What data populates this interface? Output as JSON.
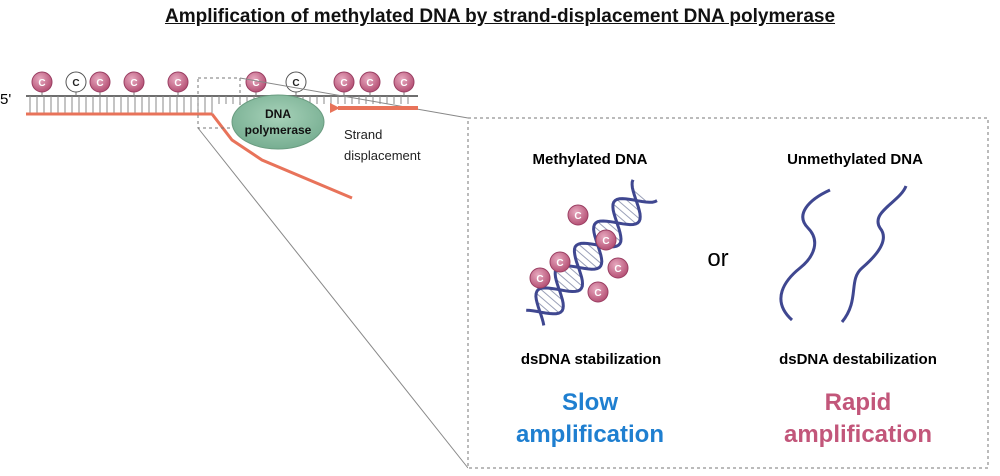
{
  "title": "Amplification of methylated DNA by strand-displacement DNA polymerase",
  "strand": {
    "five_prime": "5'",
    "bases": [
      {
        "label": "C",
        "methylated": true
      },
      {
        "label": "C",
        "methylated": false
      },
      {
        "label": "C",
        "methylated": true
      },
      {
        "label": "C",
        "methylated": true
      },
      {
        "label": "C",
        "methylated": true
      },
      {
        "label": "C",
        "methylated": true
      },
      {
        "label": "C",
        "methylated": false
      },
      {
        "label": "C",
        "methylated": true
      },
      {
        "label": "C",
        "methylated": true
      },
      {
        "label": "C",
        "methylated": true
      }
    ]
  },
  "polymerase": {
    "line1": "DNA",
    "line2": "polymerase"
  },
  "strand_displacement": {
    "line1": "Strand",
    "line2": "displacement"
  },
  "panel": {
    "methylated_title": "Methylated DNA",
    "unmethylated_title": "Unmethylated DNA",
    "or_label": "or",
    "methylated_effect": "dsDNA stabilization",
    "unmethylated_effect": "dsDNA destabilization",
    "slow_line1": "Slow",
    "slow_line2": "amplification",
    "rapid_line1": "Rapid",
    "rapid_line2": "amplification",
    "helix_marks": [
      "C",
      "C",
      "C",
      "C",
      "C",
      "C"
    ]
  },
  "colors": {
    "methyl": "#c25a7e",
    "strand_orange": "#e8735a",
    "polymerase": "#7fb59a",
    "helix": "#3f4790",
    "slow": "#1f7fd0",
    "rapid": "#c2567a"
  }
}
